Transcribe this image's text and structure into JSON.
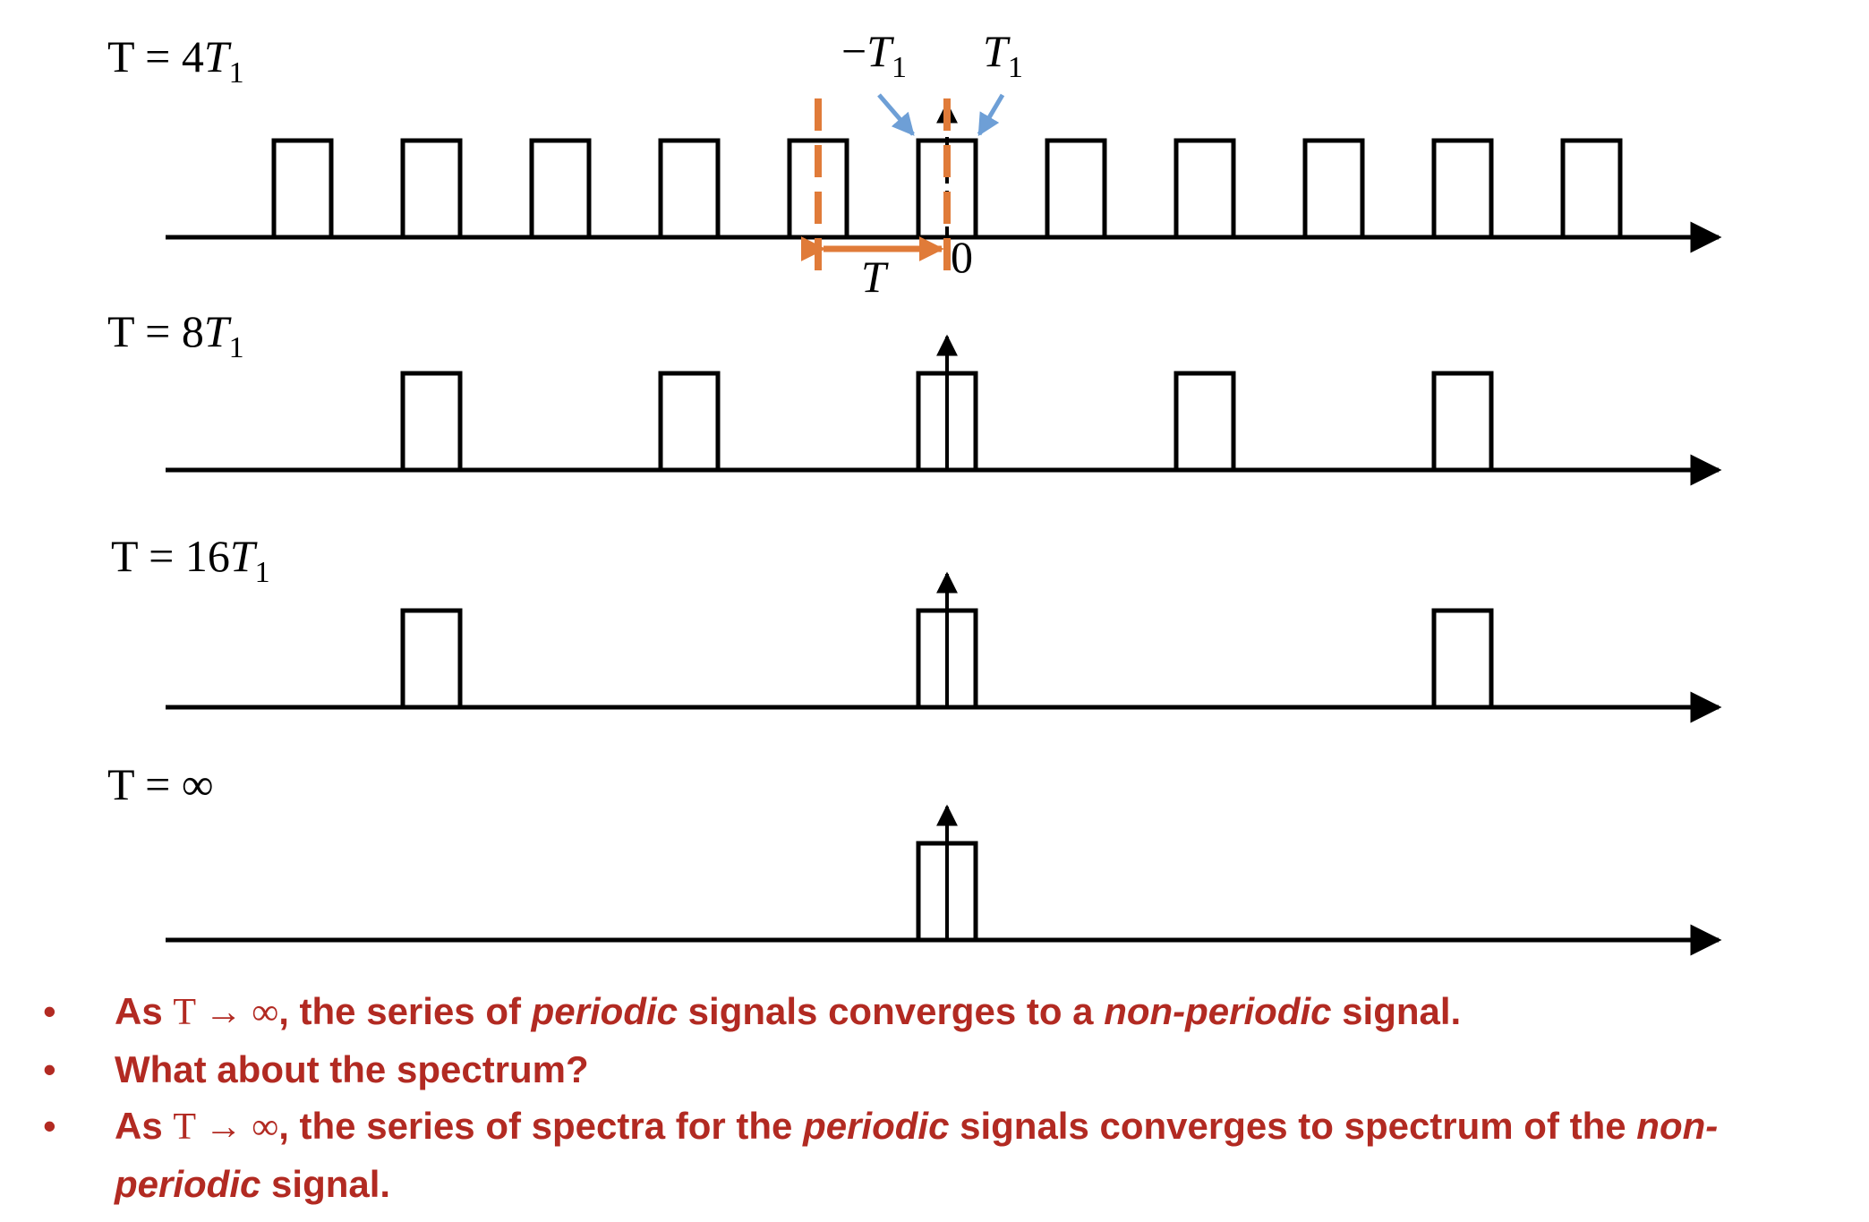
{
  "rows": [
    {
      "label_prefix": "T = ",
      "label_coef": "4",
      "label_var": "T",
      "label_sub": "1"
    },
    {
      "label_prefix": "T = ",
      "label_coef": "8",
      "label_var": "T",
      "label_sub": "1"
    },
    {
      "label_prefix": "T = ",
      "label_coef": "16",
      "label_var": "T",
      "label_sub": "1"
    },
    {
      "label_prefix": "T = ∞"
    }
  ],
  "annotations": {
    "neg_t1": {
      "minus": "−",
      "var": "T",
      "sub": "1"
    },
    "pos_t1": {
      "var": "T",
      "sub": "1"
    },
    "period": "T",
    "zero": "0"
  },
  "colors": {
    "signal": "#000000",
    "period_marker": "#e07b39",
    "pointer_arrow": "#6e9fd6",
    "bullet_text": "#b22a22"
  },
  "bullets": {
    "dot": "•",
    "b1": {
      "as": "As ",
      "sym": "T → ∞",
      "t1": ", the series of ",
      "i1": "periodic",
      "t2": " signals converges to a ",
      "i2": "non-periodic",
      "t3": " signal."
    },
    "b2": {
      "text": "What about the spectrum?"
    },
    "b3": {
      "as": "As ",
      "sym": "T → ∞",
      "t1": ", the series of spectra for the ",
      "i1": "periodic",
      "t2": " signals converges to spectrum of the ",
      "i2": "non-periodic",
      "t3": " signal."
    }
  }
}
